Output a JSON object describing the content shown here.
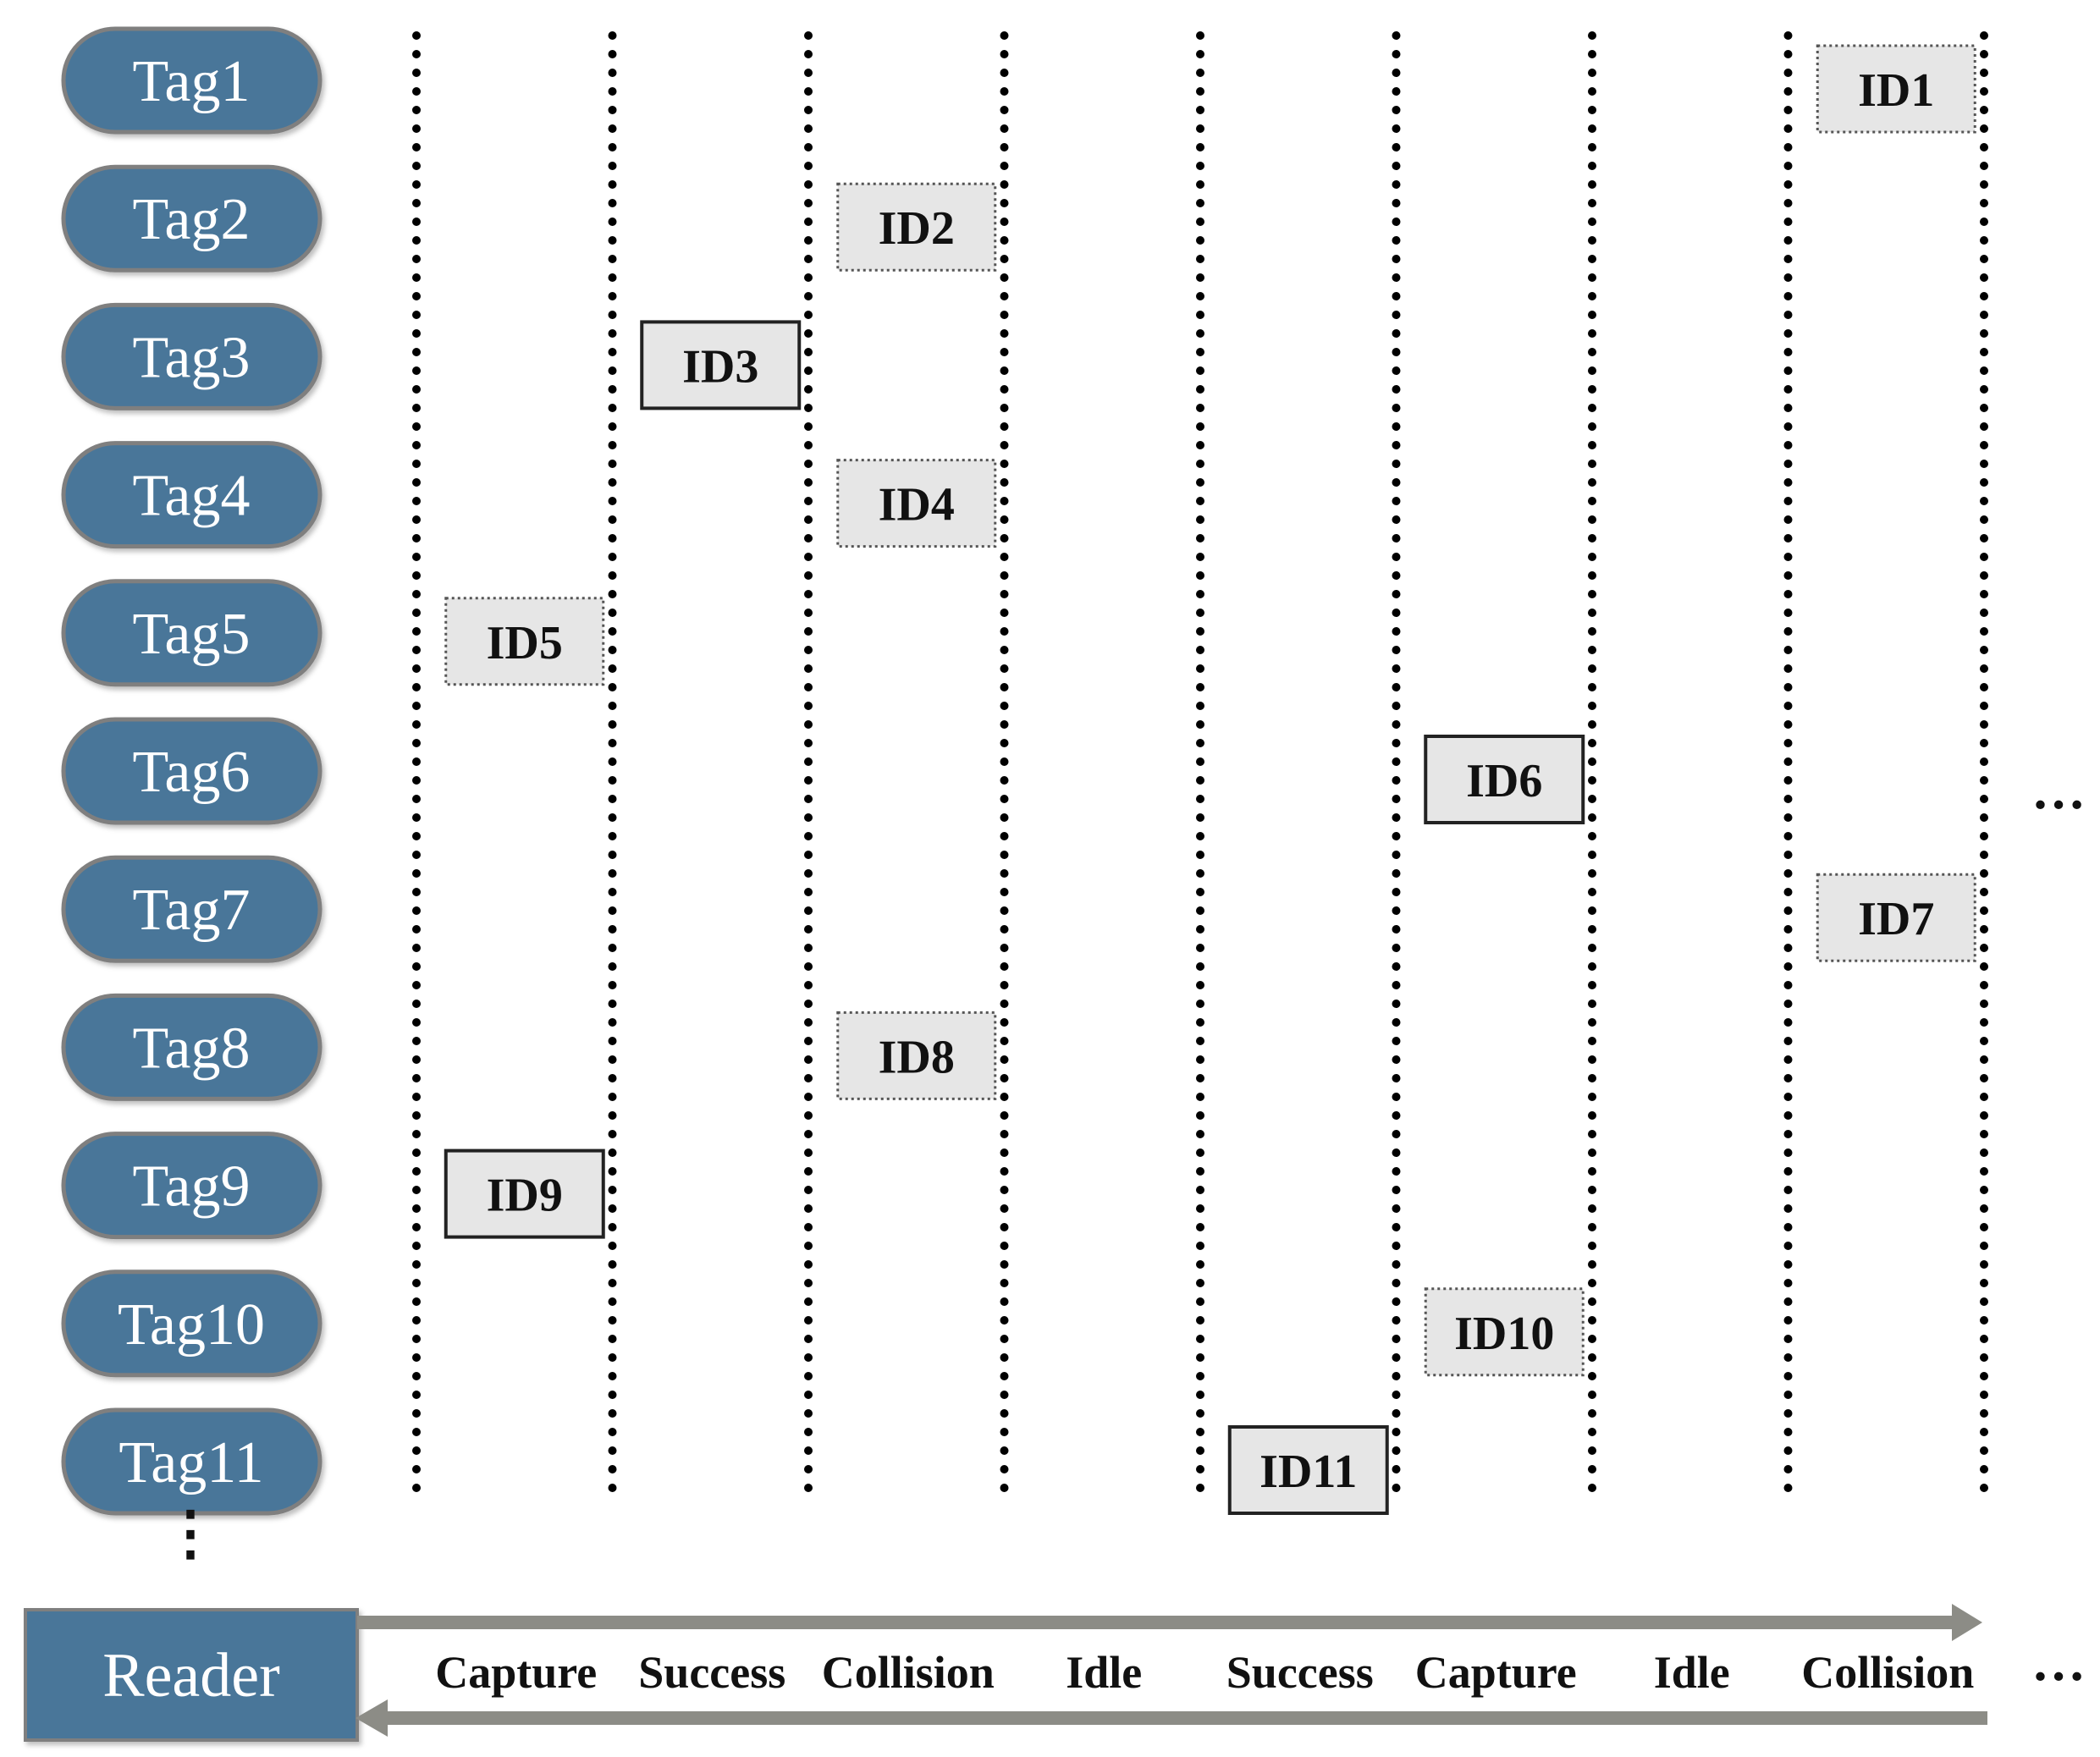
{
  "colors": {
    "tag_fill": "#4a7699",
    "tag_stroke": "#7f7f7f",
    "id_box_fill": "#e6e6e6",
    "arrow": "#8c8c86",
    "divider": "#000000"
  },
  "tags": [
    "Tag1",
    "Tag2",
    "Tag3",
    "Tag4",
    "Tag5",
    "Tag6",
    "Tag7",
    "Tag8",
    "Tag9",
    "Tag10",
    "Tag11"
  ],
  "tags_more": "⋮",
  "reader": {
    "label": "Reader"
  },
  "slots": [
    {
      "status": "Capture",
      "ids": [
        {
          "label": "ID5",
          "tag": 5,
          "style": "dotted"
        },
        {
          "label": "ID9",
          "tag": 9,
          "style": "solid"
        }
      ]
    },
    {
      "status": "Success",
      "ids": [
        {
          "label": "ID3",
          "tag": 3,
          "style": "solid"
        }
      ]
    },
    {
      "status": "Collision",
      "ids": [
        {
          "label": "ID2",
          "tag": 2,
          "style": "dotted"
        },
        {
          "label": "ID4",
          "tag": 4,
          "style": "dotted"
        },
        {
          "label": "ID8",
          "tag": 8,
          "style": "dotted"
        }
      ]
    },
    {
      "status": "Idle",
      "ids": []
    },
    {
      "status": "Success",
      "ids": [
        {
          "label": "ID11",
          "tag": 11,
          "style": "solid"
        }
      ]
    },
    {
      "status": "Capture",
      "ids": [
        {
          "label": "ID6",
          "tag": 6,
          "style": "solid"
        },
        {
          "label": "ID10",
          "tag": 10,
          "style": "dotted"
        }
      ]
    },
    {
      "status": "Idle",
      "ids": []
    },
    {
      "status": "Collision",
      "ids": [
        {
          "label": "ID1",
          "tag": 1,
          "style": "dotted"
        },
        {
          "label": "ID7",
          "tag": 7,
          "style": "dotted"
        }
      ]
    }
  ],
  "slots_more": "…"
}
